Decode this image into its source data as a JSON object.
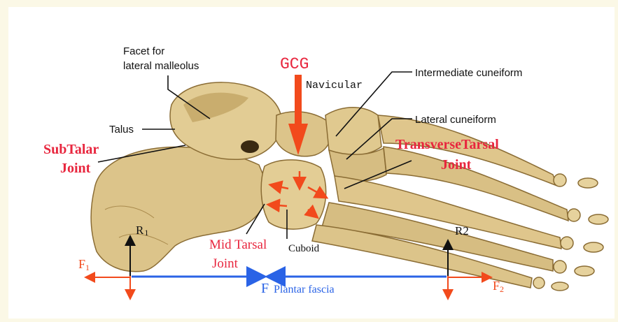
{
  "labels": {
    "facet": [
      "Facet for",
      "lateral malleolus"
    ],
    "gcg": "GCG",
    "navicular": "Navicular",
    "intermediate_cuneiform": "Intermediate cuneiform",
    "lateral_cuneiform": "Lateral cuneiform",
    "talus": "Talus",
    "subtalar": [
      "SubTalar",
      "Joint"
    ],
    "transverse_tarsal": [
      "TransverseTarsal",
      "Joint"
    ],
    "mid_tarsal": [
      "Mid Tarsal",
      "Joint"
    ],
    "cuboid": "Cuboid",
    "r1": "R",
    "r1_sub": "1",
    "r2": "R2",
    "f1": "F",
    "f1_sub": "1",
    "f2": "F",
    "f2_sub": "2",
    "f_plantar": "F",
    "plantar_fascia": "Plantar fascia"
  },
  "colors": {
    "bone": "#dcc48a",
    "bone_shadow": "#a98a4c",
    "red_text": "#e8263e",
    "arrow_red": "#f24a1c",
    "blue": "#2a63e6"
  }
}
